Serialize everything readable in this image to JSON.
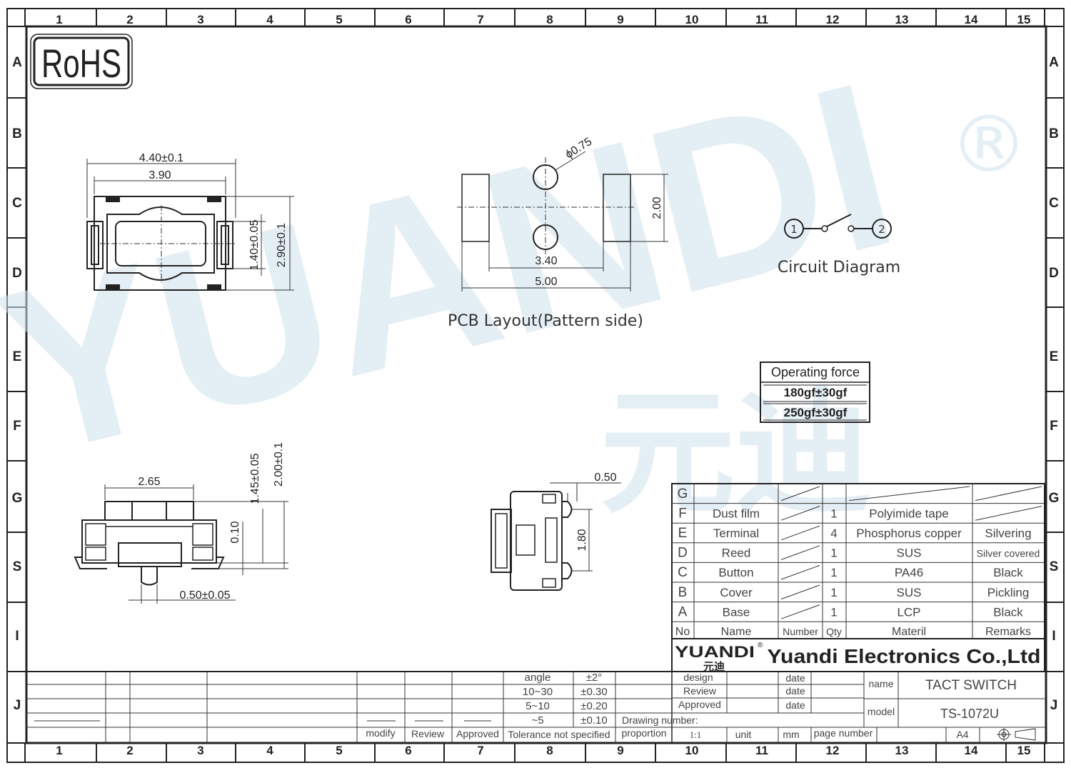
{
  "border": {
    "cols": [
      "1",
      "2",
      "3",
      "4",
      "5",
      "6",
      "7",
      "8",
      "9",
      "10",
      "11",
      "12",
      "13",
      "14",
      "15"
    ],
    "rows": [
      "A",
      "B",
      "C",
      "D",
      "E",
      "F",
      "G",
      "S",
      "I",
      "J"
    ]
  },
  "rohs_label": "RoHS",
  "watermark": {
    "latin": "YUANDI",
    "cjk": "元迪",
    "registered": "®"
  },
  "top_view": {
    "width_outer": "4.40±0.1",
    "width_inner": "3.90",
    "height_inner": "1.40±0.05",
    "height_outer": "2.90±0.1"
  },
  "pcb_layout": {
    "hole_dia": "ϕ0.75",
    "height": "2.00",
    "inner_span": "3.40",
    "outer_span": "5.00",
    "caption": "PCB Layout(Pattern  side)"
  },
  "circuit": {
    "pin1": "1",
    "pin2": "2",
    "caption": "Circuit  Diagram"
  },
  "operating_force": {
    "header": "Operating force",
    "values": [
      "180gf±30gf",
      "250gf±30gf"
    ]
  },
  "side_view": {
    "top_width": "2.65",
    "stroke": "0.10",
    "body_height": "1.45±0.05",
    "total_height": "2.00±0.1",
    "actuator": "0.50±0.05"
  },
  "end_view": {
    "actuator_width": "0.50",
    "actuator_pitch": "1.80"
  },
  "bom": {
    "rows": [
      {
        "no": "G",
        "name": "",
        "qty": "",
        "material": "",
        "remarks": ""
      },
      {
        "no": "F",
        "name": "Dust film",
        "qty": "1",
        "material": "Polyimide tape",
        "remarks": ""
      },
      {
        "no": "E",
        "name": "Terminal",
        "qty": "4",
        "material": "Phosphorus copper",
        "remarks": "Silvering"
      },
      {
        "no": "D",
        "name": "Reed",
        "qty": "1",
        "material": "SUS",
        "remarks": "Silver covered"
      },
      {
        "no": "C",
        "name": "Button",
        "qty": "1",
        "material": "PA46",
        "remarks": "Black"
      },
      {
        "no": "B",
        "name": "Cover",
        "qty": "1",
        "material": "SUS",
        "remarks": "Pickling"
      },
      {
        "no": "A",
        "name": "Base",
        "qty": "1",
        "material": "LCP",
        "remarks": "Black"
      }
    ],
    "header": {
      "no": "No",
      "name": "Name",
      "number": "Number",
      "qty": "Qty",
      "material": "Materil",
      "remarks": "Remarks"
    }
  },
  "company": {
    "logo_latin": "YUANDI",
    "logo_cjk": "元迪",
    "logo_reg": "®",
    "name": "Yuandi Electronics Co.,Ltd"
  },
  "title_block": {
    "design": "design",
    "review": "Review",
    "approved": "Approved",
    "date": "date",
    "name_label": "name",
    "name_value": "TACT SWITCH",
    "model_label": "model",
    "model_value": "TS-1072U",
    "drawing_number": "Drawing number:",
    "proportion": "proportion",
    "scale": "1:1",
    "unit": "unit",
    "mm": "mm",
    "page_number": "page number",
    "size": "A4"
  },
  "tolerance": {
    "rows": [
      {
        "range": "angle",
        "tol": "±2°"
      },
      {
        "range": "10~30",
        "tol": "±0.30"
      },
      {
        "range": "5~10",
        "tol": "±0.20"
      },
      {
        "range": "~5",
        "tol": "±0.10"
      }
    ],
    "note": "Tolerance not specified"
  },
  "revision": {
    "modify": "modify",
    "review": "Review",
    "approved": "Approved"
  }
}
